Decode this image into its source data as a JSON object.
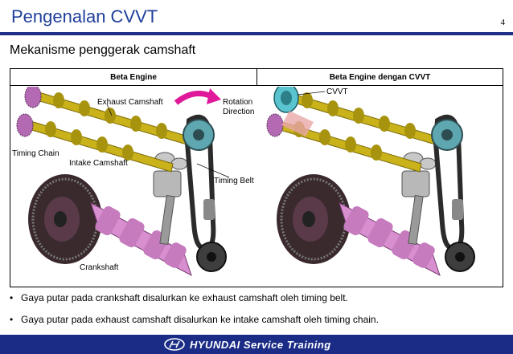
{
  "header": {
    "title": "Pengenalan CVVT",
    "page_number": "4"
  },
  "subtitle": "Mekanisme penggerak camshaft",
  "figure": {
    "left": {
      "header": "Beta Engine",
      "labels": {
        "exhaust_camshaft": "Exhaust Camshaft",
        "rotation_direction": "Rotation\nDirection",
        "timing_chain": "Timing Chain",
        "intake_camshaft": "Intake Camshaft",
        "timing_belt": "Timing Belt",
        "crankshaft": "Crankshaft"
      }
    },
    "right": {
      "header": "Beta Engine dengan CVVT",
      "labels": {
        "cvvt": "CVVT"
      }
    }
  },
  "bullets": [
    "Gaya putar pada crankshaft disalurkan ke exhaust camshaft oleh timing belt.",
    "Gaya putar pada exhaust camshaft disalurkan ke intake camshaft oleh timing chain."
  ],
  "footer": {
    "brand": "HYUNDAI Service Training"
  },
  "colors": {
    "title": "#1f3f9a",
    "rule": "#1f2f86",
    "footer": "#1b2c86",
    "camshaft": "#c9b21a",
    "crank": "#d88fd0",
    "arrow": "#e0199a",
    "cvvt": "#59c3cf"
  }
}
